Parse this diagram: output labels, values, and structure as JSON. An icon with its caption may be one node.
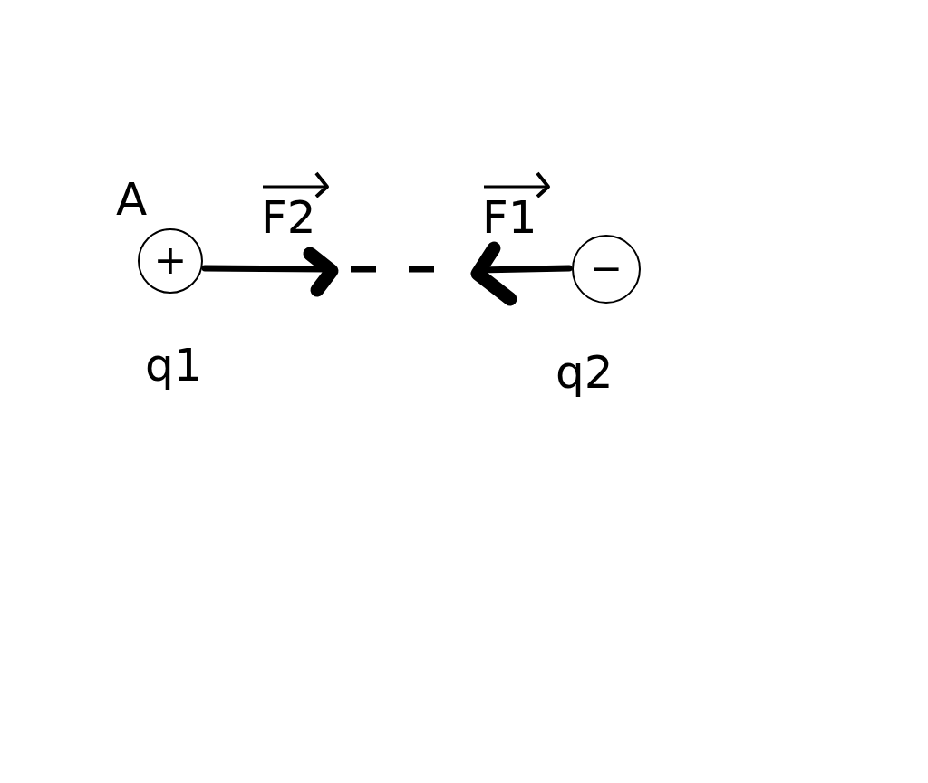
{
  "diagram": {
    "nodes": [
      {
        "text": [
          "+"
        ],
        "beside": [
          "A",
          "q1"
        ]
      },
      {
        "text": [
          "−"
        ],
        "beside": [
          "q2"
        ]
      }
    ],
    "labels": [
      "F2",
      "F1"
    ]
  }
}
